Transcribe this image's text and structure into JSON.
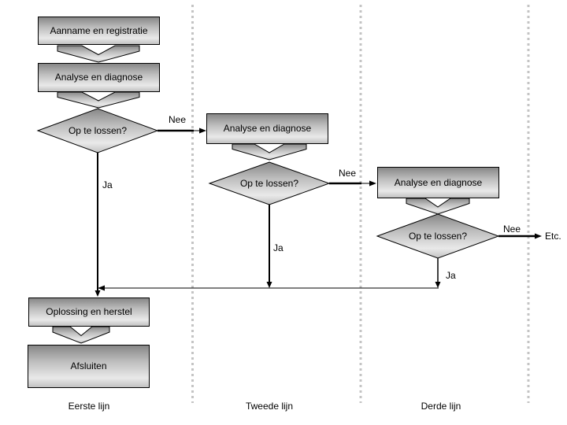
{
  "flow": {
    "lane1": {
      "intake_box": "Aanname en registratie",
      "analysis_box": "Analyse en diagnose",
      "decision": "Op te lossen?",
      "no_label": "Nee",
      "yes_label": "Ja",
      "solution_box": "Oplossing en herstel",
      "close_box": "Afsluiten",
      "lane_label": "Eerste lijn"
    },
    "lane2": {
      "analysis_box": "Analyse en diagnose",
      "decision": "Op te lossen?",
      "no_label": "Nee",
      "yes_label": "Ja",
      "lane_label": "Tweede lijn"
    },
    "lane3": {
      "analysis_box": "Analyse en diagnose",
      "decision": "Op te lossen?",
      "no_label": "Nee",
      "yes_label": "Ja",
      "etc_label": "Etc.",
      "lane_label": "Derde lijn"
    }
  },
  "colors": {
    "background": "#ffffff",
    "shape_border": "#000000",
    "shape_gradient_top": "#878787",
    "shape_gradient_light": "#e9e9e9",
    "shape_gradient_bottom": "#c2c2c2",
    "lane_divider": "#c4c4c4",
    "connector": "#000000",
    "text": "#000000"
  }
}
